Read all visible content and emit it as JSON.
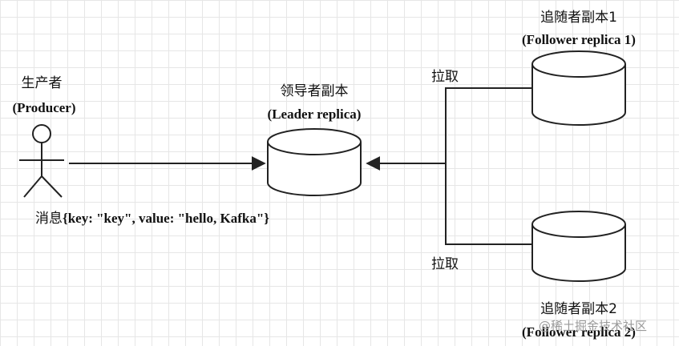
{
  "producer": {
    "label_cn": "生产者",
    "label_en": "(Producer)"
  },
  "leader": {
    "label_cn": "领导者副本",
    "label_en": "(Leader replica)"
  },
  "follower1": {
    "label_cn": "追随者副本1",
    "label_en": "(Follower replica 1)"
  },
  "follower2": {
    "label_cn": "追随者副本2",
    "label_en": "(Follower replica 2)"
  },
  "pull_label_top": "拉取",
  "pull_label_bottom": "拉取",
  "message": {
    "prefix": "消息",
    "body": "{key: \"key\", value: \"hello, Kafka\"}"
  },
  "watermark": "@稀土掘金技术社区",
  "colors": {
    "stroke": "#222222",
    "grid": "#e6e6e6",
    "text": "#111111"
  }
}
